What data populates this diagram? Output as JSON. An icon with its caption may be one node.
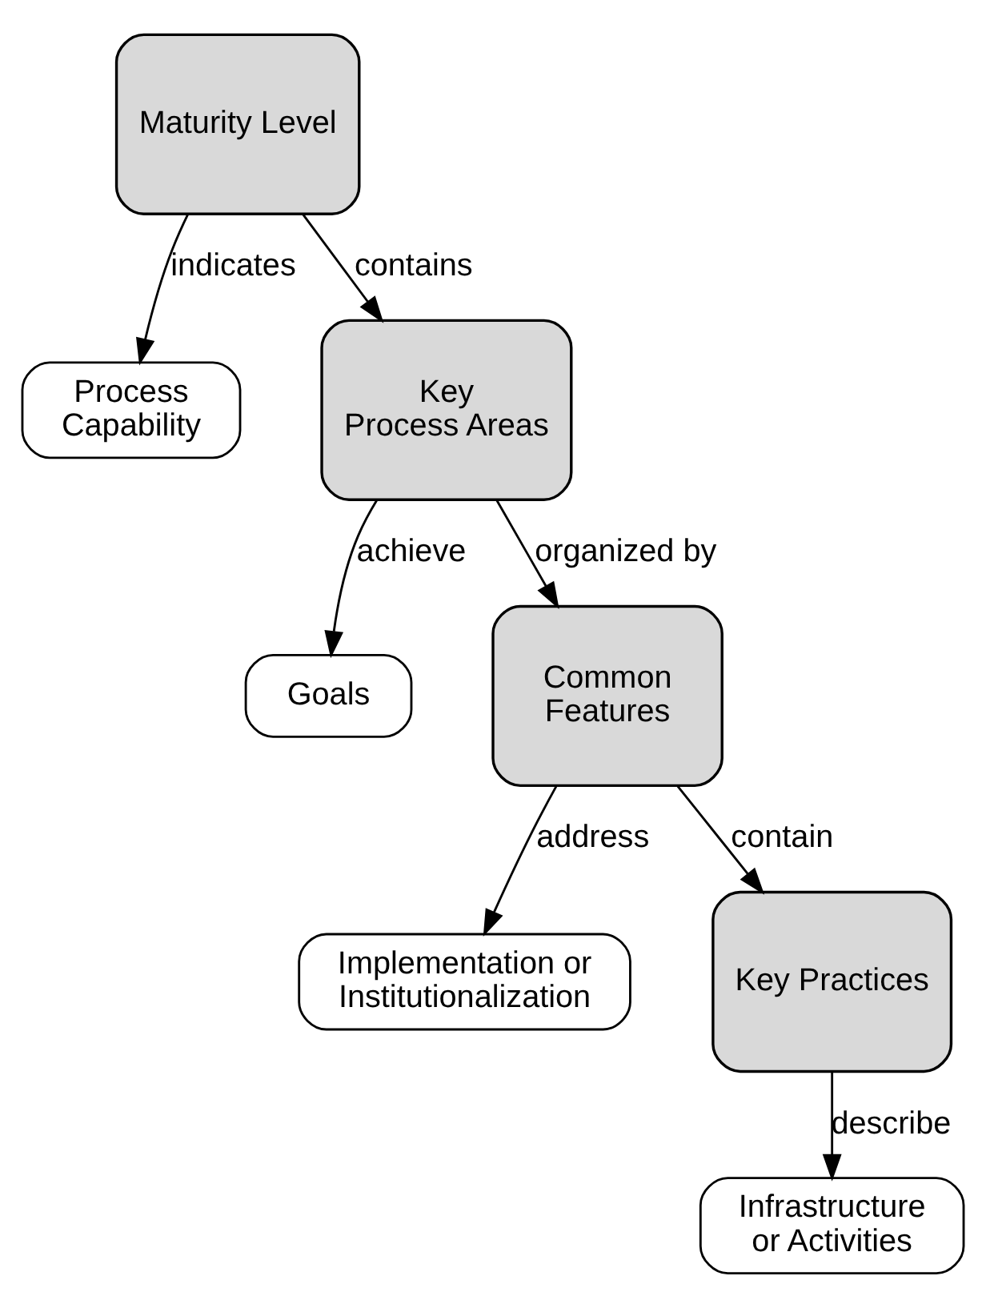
{
  "diagram": {
    "nodes": [
      {
        "text": [
          "Maturity Level"
        ]
      },
      {
        "text": [
          "Process Capability"
        ]
      },
      {
        "text": [
          "Key Process Areas"
        ]
      },
      {
        "text": [
          "Goals"
        ]
      },
      {
        "text": [
          "Common Features"
        ]
      },
      {
        "text": [
          "Implementation or Institutionalization"
        ]
      },
      {
        "text": [
          "Key Practices"
        ]
      },
      {
        "text": [
          "Infrastructure or Activities"
        ]
      }
    ],
    "edges": [
      {
        "from": 0,
        "to": 1,
        "arrow": "to",
        "label": "indicates"
      },
      {
        "from": 0,
        "to": 2,
        "arrow": "to",
        "label": "contains"
      },
      {
        "from": 2,
        "to": 3,
        "arrow": "to",
        "label": "achieve"
      },
      {
        "from": 2,
        "to": 4,
        "arrow": "to",
        "label": "organized by"
      },
      {
        "from": 4,
        "to": 5,
        "arrow": "to",
        "label": "address"
      },
      {
        "from": 4,
        "to": 6,
        "arrow": "to",
        "label": "contain"
      },
      {
        "from": 6,
        "to": 7,
        "arrow": "to",
        "label": "describe"
      }
    ]
  }
}
